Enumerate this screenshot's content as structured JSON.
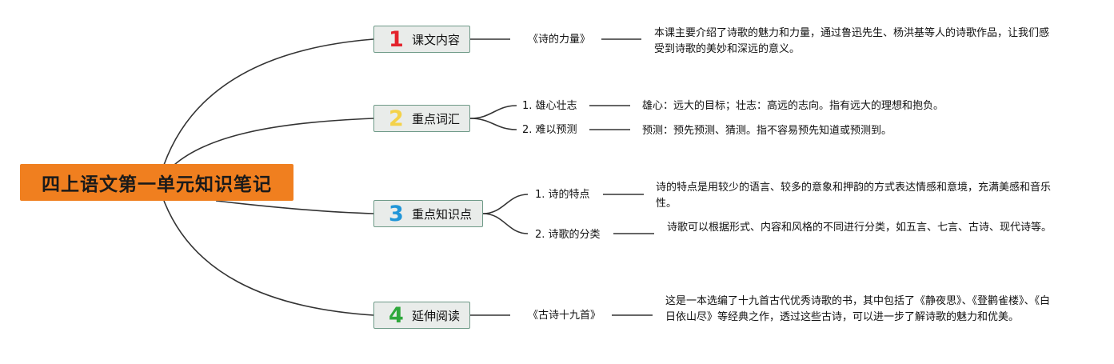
{
  "root": {
    "title": "四上语文第一单元知识笔记"
  },
  "colors": {
    "root_bg": "#f07f1f",
    "num1": "#e3232c",
    "num2": "#f4d24a",
    "num3": "#2196d8",
    "num4": "#2fa83c"
  },
  "topics": [
    {
      "number": "1",
      "label": "课文内容",
      "items": [
        {
          "label": "《诗的力量》",
          "desc": "本课主要介绍了诗歌的魅力和力量，通过鲁迅先生、杨洪基等人的诗歌作品，让我们感受到诗歌的美妙和深远的意义。"
        }
      ]
    },
    {
      "number": "2",
      "label": "重点词汇",
      "items": [
        {
          "label": "1. 雄心壮志",
          "desc": "雄心：远大的目标；壮志：高远的志向。指有远大的理想和抱负。"
        },
        {
          "label": "2. 难以预测",
          "desc": "预测：预先预测、猜测。指不容易预先知道或预测到。"
        }
      ]
    },
    {
      "number": "3",
      "label": "重点知识点",
      "items": [
        {
          "label": "1. 诗的特点",
          "desc": "诗的特点是用较少的语言、较多的意象和押韵的方式表达情感和意境，充满美感和音乐性。"
        },
        {
          "label": "2. 诗歌的分类",
          "desc": "诗歌可以根据形式、内容和风格的不同进行分类，如五言、七言、古诗、现代诗等。"
        }
      ]
    },
    {
      "number": "4",
      "label": "延伸阅读",
      "items": [
        {
          "label": "《古诗十九首》",
          "desc": "这是一本选编了十九首古代优秀诗歌的书，其中包括了《静夜思》、《登鹳雀楼》、《白日依山尽》等经典之作，透过这些古诗，可以进一步了解诗歌的魅力和优美。"
        }
      ]
    }
  ]
}
